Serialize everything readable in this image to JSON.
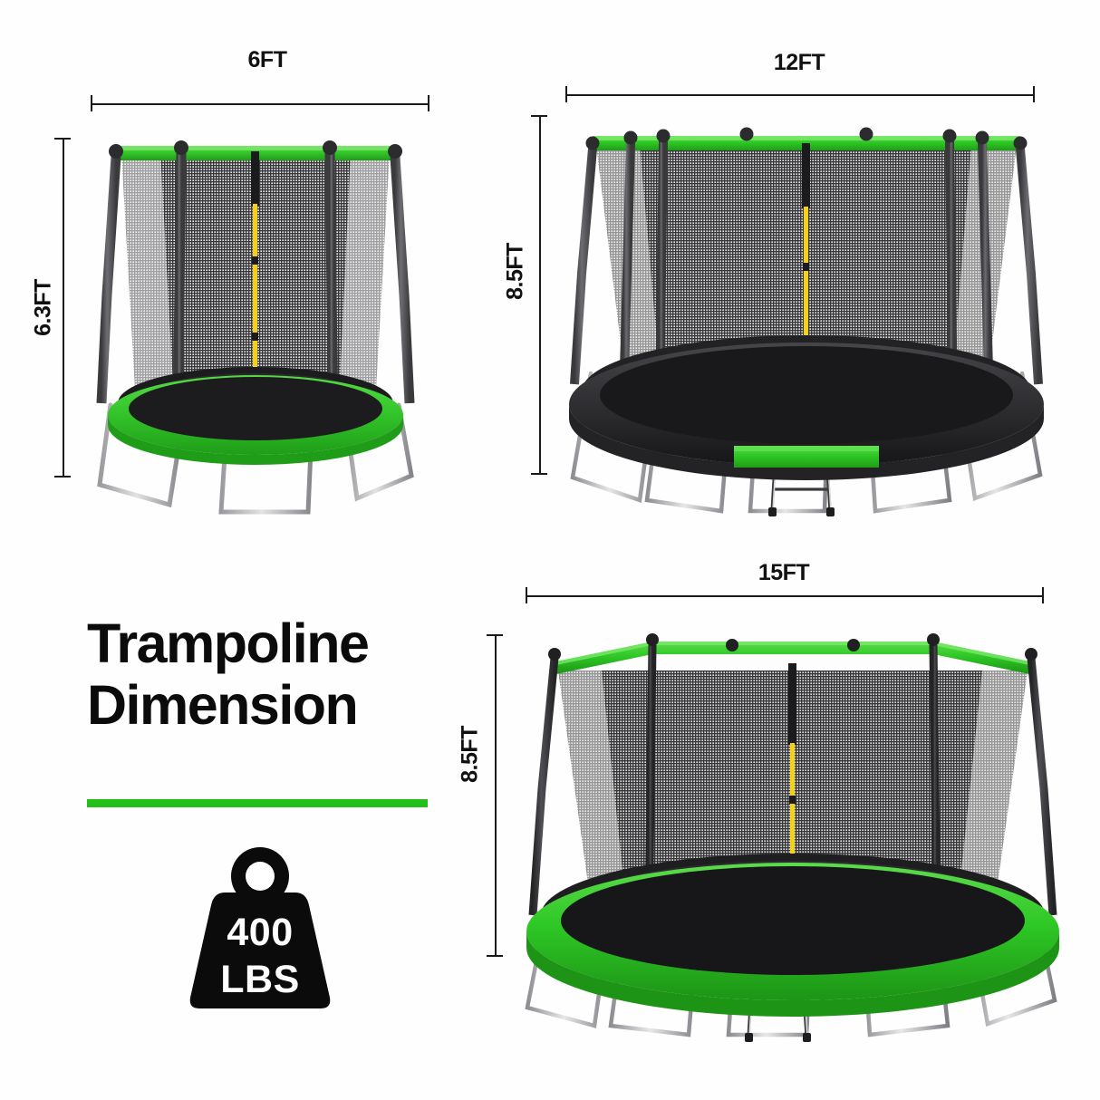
{
  "background_color": "#fefefe",
  "accent_green": "#22c11a",
  "pad_green": "#35c72b",
  "dark_gray": "#4a4a4d",
  "zipper_yellow": "#f2d118",
  "title": {
    "line1": "Trampoline",
    "line2": "Dimension"
  },
  "weight_badge": {
    "icon": "weight-icon",
    "value": "400",
    "unit": "LBS"
  },
  "products": [
    {
      "id": "trampoline-6ft",
      "width_label": "6FT",
      "height_label": "6.3FT",
      "pad_color": "green",
      "has_ladder": false,
      "pole_count": 4
    },
    {
      "id": "trampoline-12ft",
      "width_label": "12FT",
      "height_label": "8.5FT",
      "pad_color": "black-with-green-front",
      "has_ladder": true,
      "pole_count": 8
    },
    {
      "id": "trampoline-15ft",
      "width_label": "15FT",
      "height_label": "8.5FT",
      "pad_color": "green",
      "has_ladder": true,
      "pole_count": 6
    }
  ]
}
